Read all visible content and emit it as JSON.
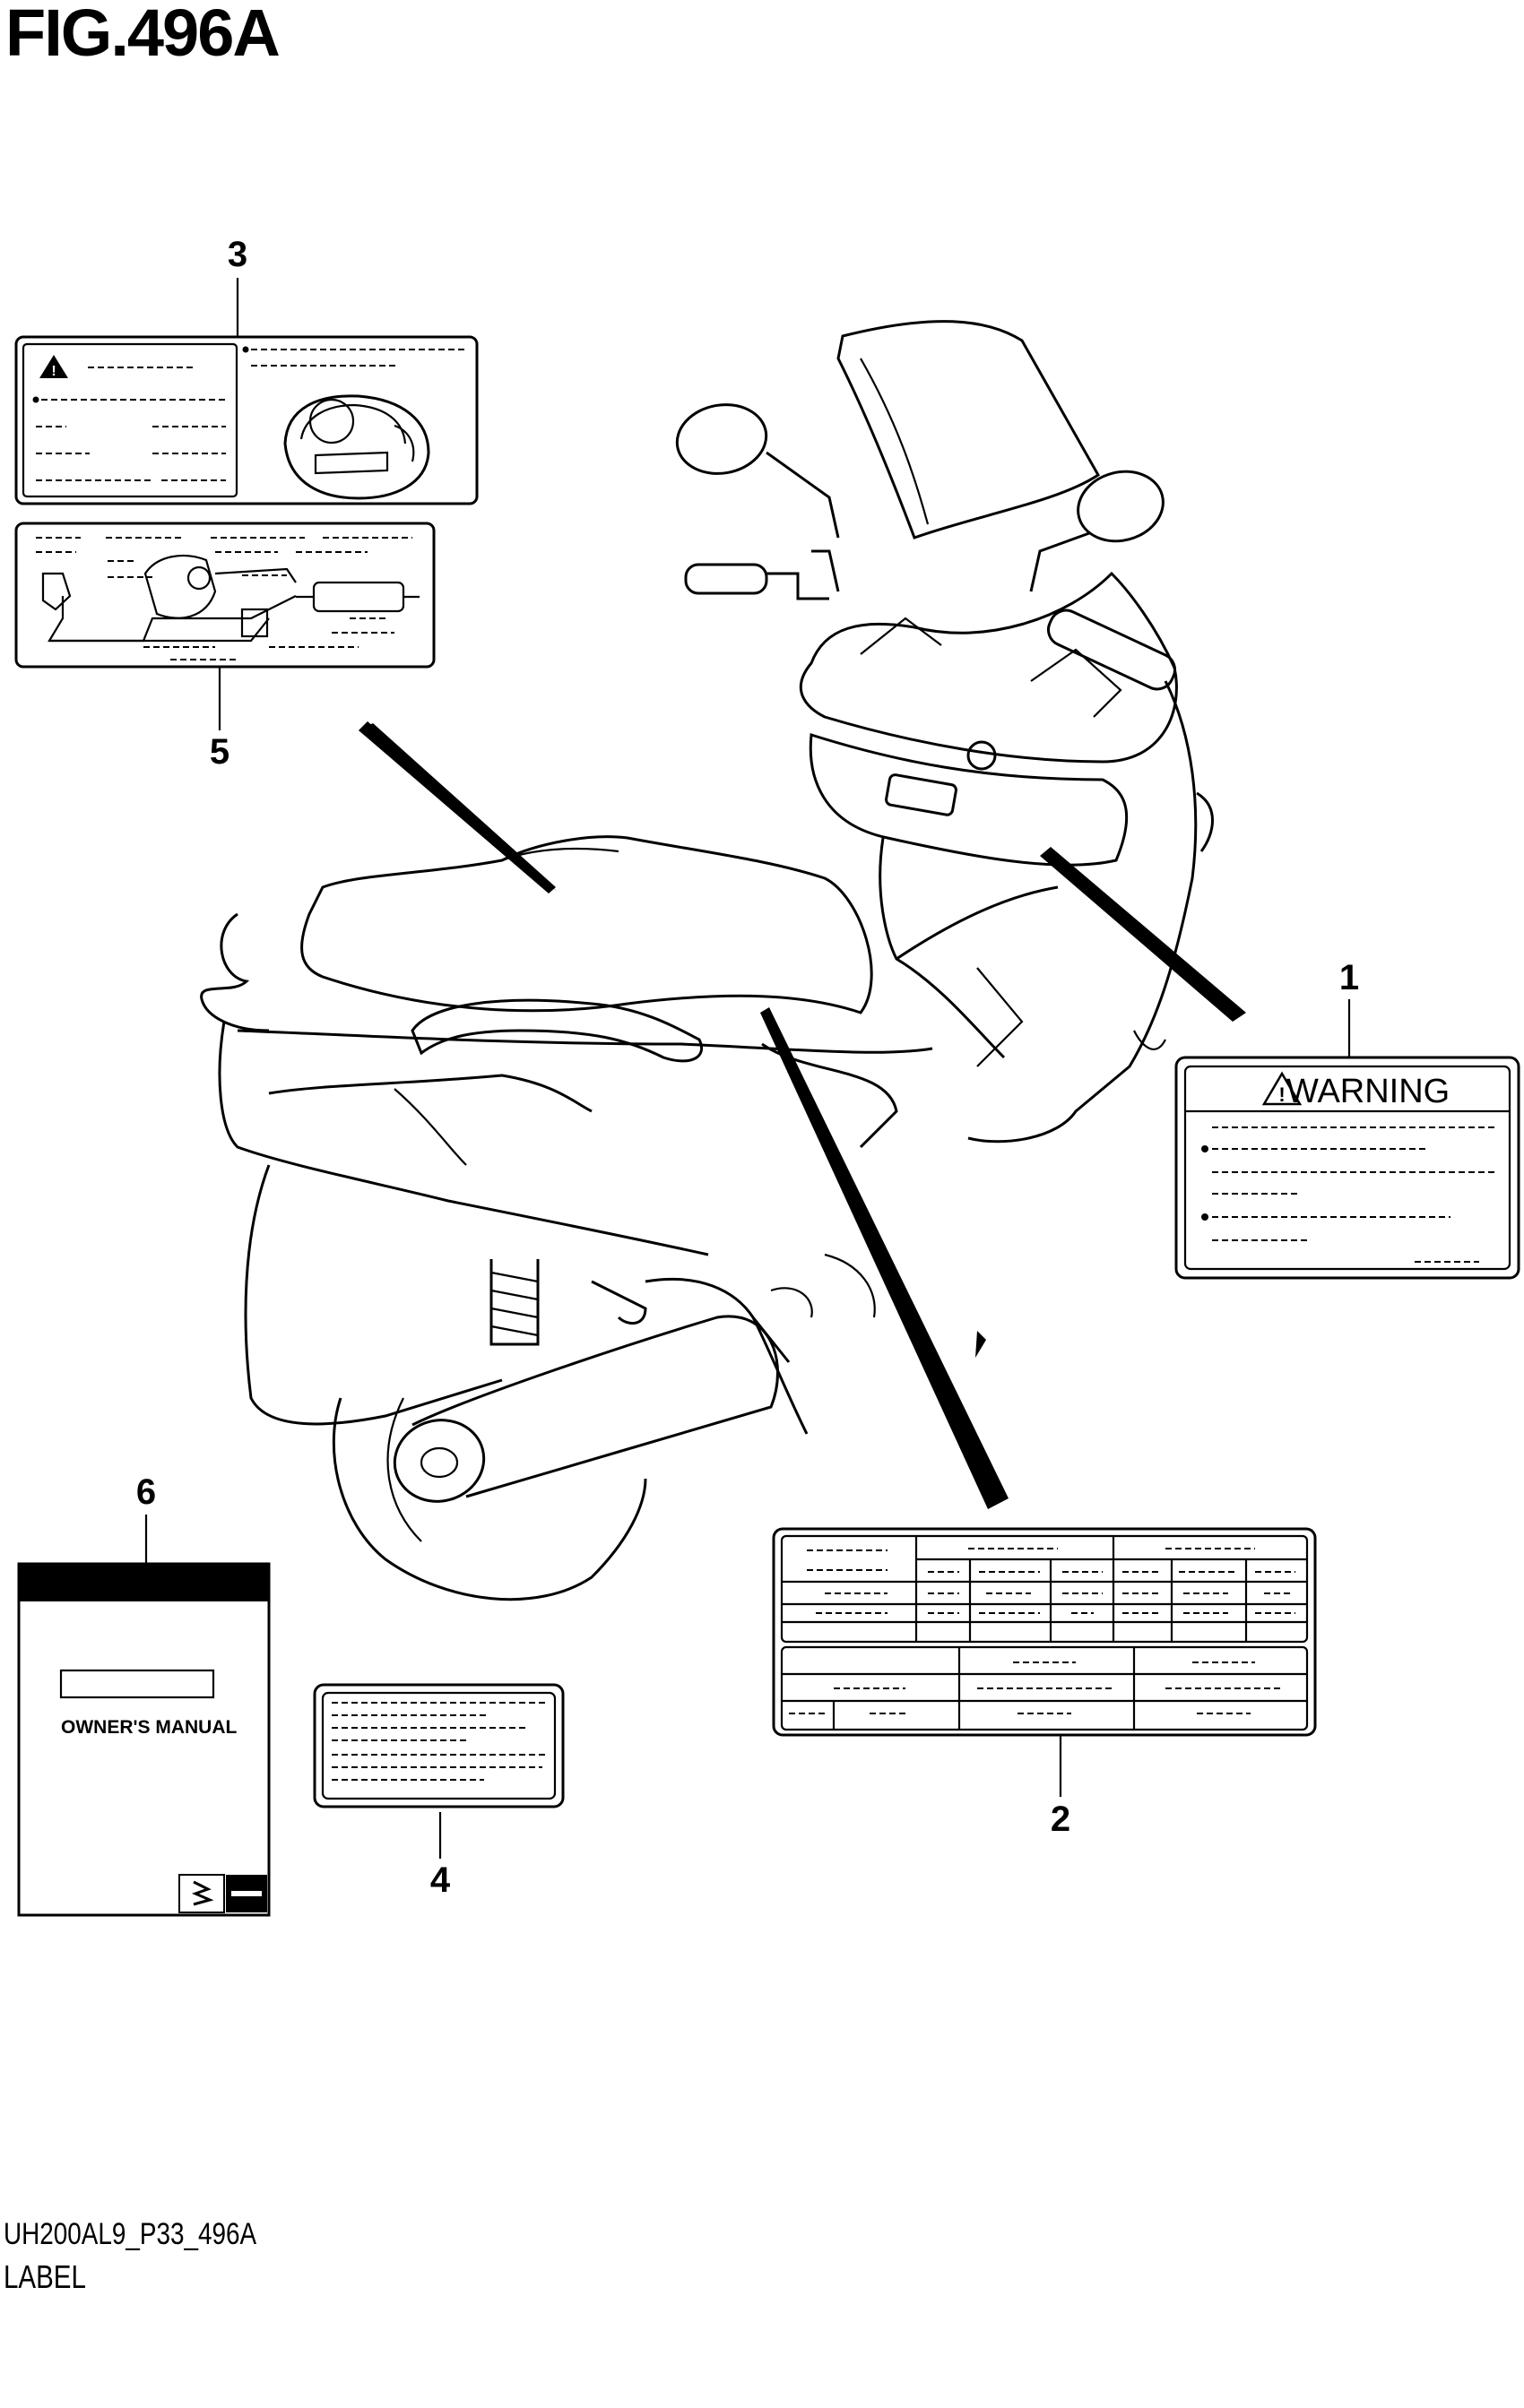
{
  "figure": {
    "title": "FIG.496A",
    "code": "UH200AL9_P33_496A",
    "section": "LABEL"
  },
  "callouts": [
    "1",
    "2",
    "3",
    "4",
    "5",
    "6"
  ],
  "labels": {
    "warning_text": "WARNING",
    "manual_text": "OWNER'S MANUAL"
  },
  "icons": [
    "warning-triangle-icon",
    "suzuki-logo-icon"
  ]
}
